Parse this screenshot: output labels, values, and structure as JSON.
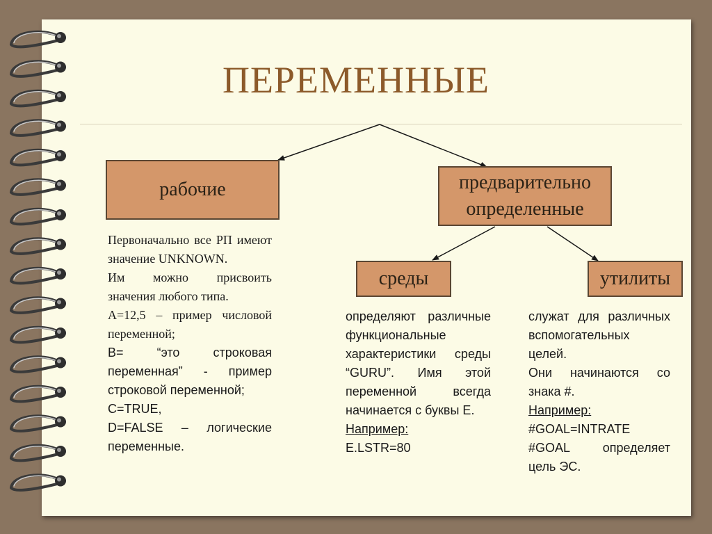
{
  "title": "ПЕРЕМЕННЫЕ",
  "boxes": {
    "working": "рабочие",
    "predefined_line1": "предварительно",
    "predefined_line2": "определенные",
    "environment": "среды",
    "utilities": "утилиты"
  },
  "working_text": [
    "Первоначально все РП имеют значение UNKNOWN.",
    "Им можно присвоить значения любого типа.",
    "А=12,5 – пример числовой переменной;",
    "В= “это строковая переменная” - пример строковой переменной;",
    "С=TRUE,",
    "D=FALSE – логические переменные."
  ],
  "environment_text": {
    "body": "определяют различные функциональные характеристики среды “GURU”. Имя этой переменной всегда начинается с буквы E.",
    "example_label": "Например:",
    "example_value": "E.LSTR=80"
  },
  "utilities_text": {
    "line1": "служат для различных вспомогательных целей.",
    "line2": "Они начинаются со знака #.",
    "example_label": "Например:",
    "example_value": "#GOAL=INTRATE",
    "example_note": "#GOAL определяет цель ЭС."
  },
  "colors": {
    "page": "#fcfbe6",
    "background": "#8a7560",
    "box_fill": "#d4976a",
    "title": "#8c5a2a"
  }
}
